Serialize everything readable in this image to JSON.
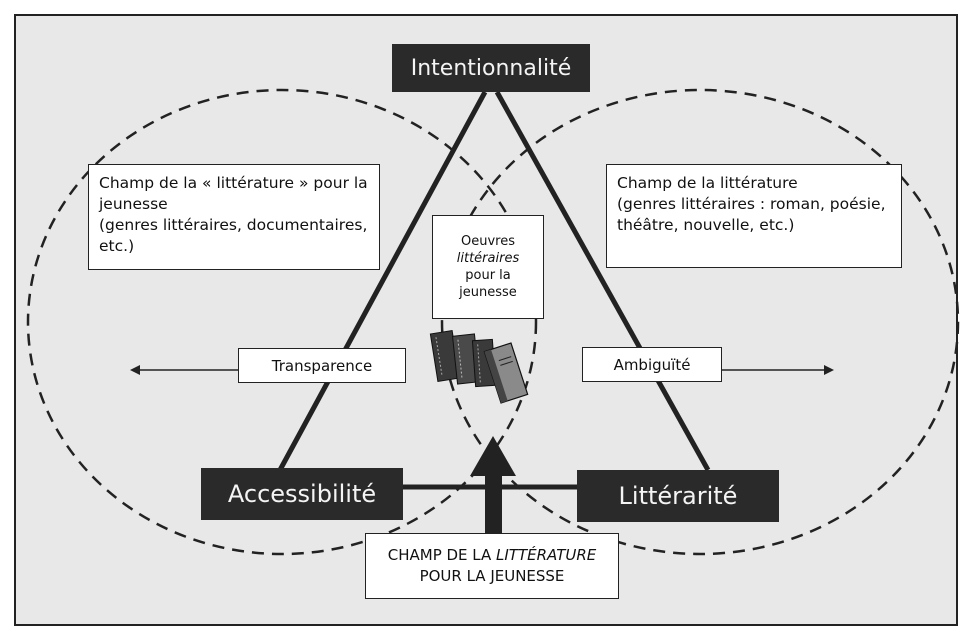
{
  "diagram": {
    "top_label": "Intentionnalité",
    "bottom_left_label": "Accessibilité",
    "bottom_right_label": "Littérarité",
    "left_field": {
      "title": "Champ de la « littérature » pour la jeunesse",
      "detail": "(genres littéraires, documentaires, etc.)"
    },
    "right_field": {
      "title": "Champ de la littérature",
      "detail": "(genres littéraires : roman, poésie, théâtre, nouvelle, etc.)"
    },
    "center": {
      "line1": "Oeuvres",
      "line2": "littéraires",
      "line3": "pour la",
      "line4": "jeunesse"
    },
    "left_arrow_label": "Transparence",
    "right_arrow_label": "Ambiguïté",
    "bottom_box": {
      "line1_prefix": "CHAMP DE LA ",
      "line1_italic": "LITTÉRATURE",
      "line2": "POUR LA JEUNESSE"
    },
    "icon": "books-icon"
  }
}
